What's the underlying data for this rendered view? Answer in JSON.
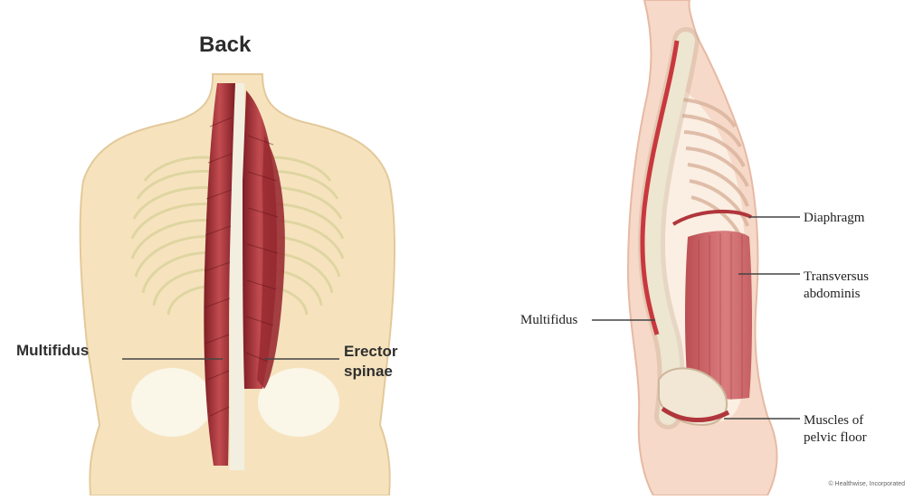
{
  "back_view": {
    "title": "Back",
    "labels": {
      "multifidus": "Multifidus",
      "erector_line1": "Erector",
      "erector_line2": "spinae"
    }
  },
  "side_view": {
    "labels": {
      "diaphragm": "Diaphragm",
      "transversus_line1": "Transversus",
      "transversus_line2": "abdominis",
      "multifidus": "Multifidus",
      "pelvic_line1": "Muscles of",
      "pelvic_line2": "pelvic floor"
    },
    "credit": "© Healthwise, Incorporated"
  },
  "colors": {
    "skin": "#f6e3be",
    "muscle": "#a3343a",
    "bone": "#ece7cf",
    "leader_line": "#444444"
  }
}
